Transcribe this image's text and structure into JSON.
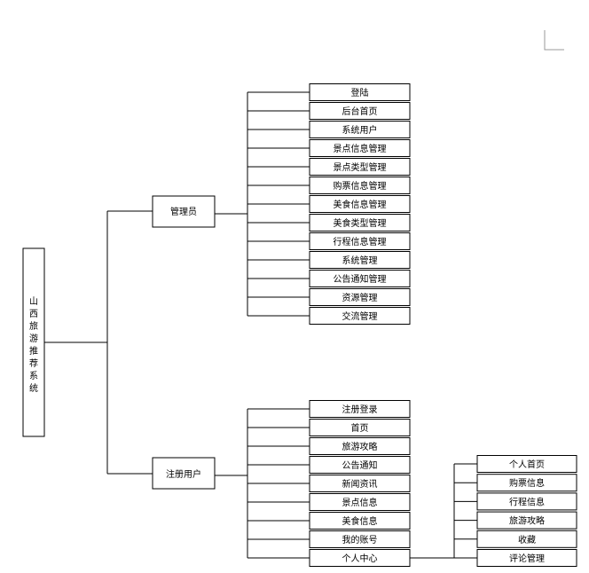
{
  "root": {
    "label": "山西旅游推荐系统"
  },
  "branches": [
    {
      "label": "管理员",
      "items": [
        "登陆",
        "后台首页",
        "系统用户",
        "景点信息管理",
        "景点类型管理",
        "购票信息管理",
        "美食信息管理",
        "美食类型管理",
        "行程信息管理",
        "系统管理",
        "公告通知管理",
        "资源管理",
        "交流管理"
      ]
    },
    {
      "label": "注册用户",
      "items": [
        "注册登录",
        "首页",
        "旅游攻略",
        "公告通知",
        "新闻资讯",
        "景点信息",
        "美食信息",
        "我的账号",
        "个人中心"
      ],
      "sub": {
        "parent": "个人中心",
        "items": [
          "个人首页",
          "购票信息",
          "行程信息",
          "旅游攻略",
          "收藏",
          "评论管理"
        ]
      }
    }
  ]
}
